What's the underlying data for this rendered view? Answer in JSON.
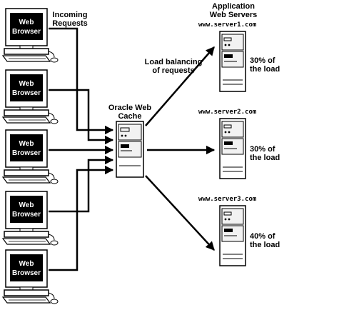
{
  "incoming_label": [
    "Incoming",
    "Requests"
  ],
  "web_browser_label": [
    "Web",
    "Browser"
  ],
  "browser_count": 5,
  "cache_label": [
    "Oracle Web",
    "Cache"
  ],
  "load_balancing_label": [
    "Load balancing",
    "of requests"
  ],
  "app_servers_label": [
    "Application",
    "Web Servers"
  ],
  "servers": [
    {
      "name": "www.server1.com",
      "load": [
        "30% of",
        "the load"
      ]
    },
    {
      "name": "www.server2.com",
      "load": [
        "30% of",
        "the load"
      ]
    },
    {
      "name": "www.server3.com",
      "load": [
        "40% of",
        "the load"
      ]
    }
  ],
  "colors": {
    "line": "#000000",
    "screen": "#000000",
    "background": "#ffffff",
    "panel": "#f2f2f2"
  }
}
